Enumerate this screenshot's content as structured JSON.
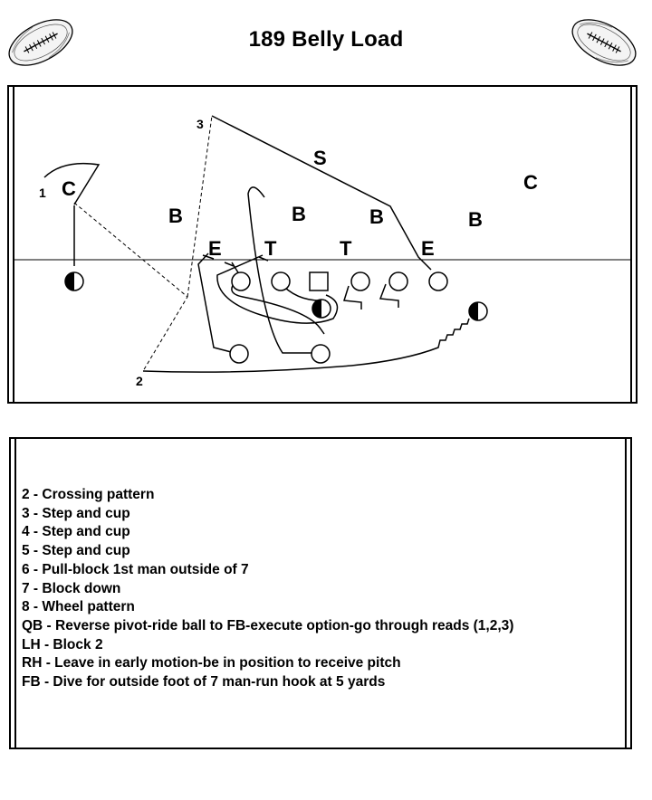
{
  "title": "189 Belly Load",
  "icons": {
    "left": "football-icon",
    "right": "football-icon"
  },
  "defense": {
    "cornerback_left": "C",
    "cornerback_right": "C",
    "safety": "S",
    "linebackers": [
      "B",
      "B",
      "B",
      "B"
    ],
    "linemen": [
      "E",
      "T",
      "T",
      "E"
    ]
  },
  "route_numbers": {
    "one": "1",
    "two": "2",
    "three": "3"
  },
  "offense": {
    "center_symbol": "square",
    "ball_carrier_symbol": "half-filled-circle"
  },
  "notes": [
    "2 - Crossing pattern",
    "3 - Step and cup",
    "4 - Step and cup",
    "5 - Step and cup",
    "6 - Pull-block 1st man outside of 7",
    "7 - Block down",
    "8 - Wheel pattern",
    "QB - Reverse pivot-ride ball to FB-execute option-go through reads (1,2,3)",
    "LH - Block 2",
    "RH - Leave in early motion-be in position to receive pitch",
    "FB - Dive for outside foot of 7 man-run hook at 5 yards"
  ]
}
